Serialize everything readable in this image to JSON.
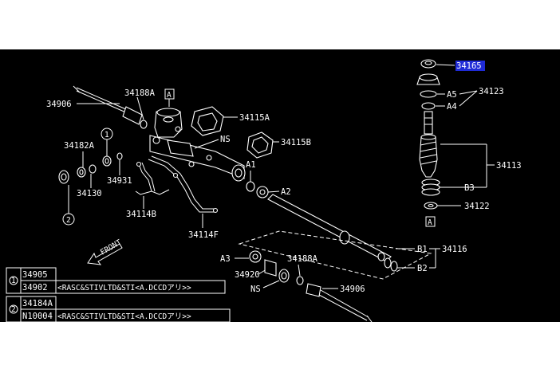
{
  "callouts": {
    "p34165": "34165",
    "p34123": "34123",
    "a5": "A5",
    "a4": "A4",
    "p34113": "34113",
    "b3": "B3",
    "p34122": "34122",
    "a_box_right": "A",
    "p34906_top": "34906",
    "p34188a_top": "34188A",
    "a_box_top": "A",
    "p34115a": "34115A",
    "ns_top": "NS",
    "p34115b": "34115B",
    "p34182a": "34182A",
    "circle1": "1",
    "p34931": "34931",
    "p34130": "34130",
    "a1": "A1",
    "a2": "A2",
    "circle2": "2",
    "p34114b": "34114B",
    "p34114f": "34114F",
    "b1": "B1",
    "p34116": "34116",
    "b2": "B2",
    "a3": "A3",
    "p34920": "34920",
    "p34188a_bottom": "34188A",
    "ns_bottom": "NS",
    "p34906_bottom": "34906",
    "front": "FRONT"
  },
  "legend": {
    "rows": [
      {
        "marker": "1",
        "part": "34905",
        "note": ""
      },
      {
        "marker": "",
        "part": "34902",
        "note": "<RASC&STIVLTD&STI<A.DCCDアリ>>"
      },
      {
        "marker": "2",
        "part": "34184A",
        "note": ""
      },
      {
        "marker": "",
        "part": "N10004",
        "note": "<RASC&STIVLTD&STI<A.DCCDアリ>>"
      }
    ]
  },
  "highlight": {
    "part": "34165",
    "color": "#1f2bd6"
  }
}
